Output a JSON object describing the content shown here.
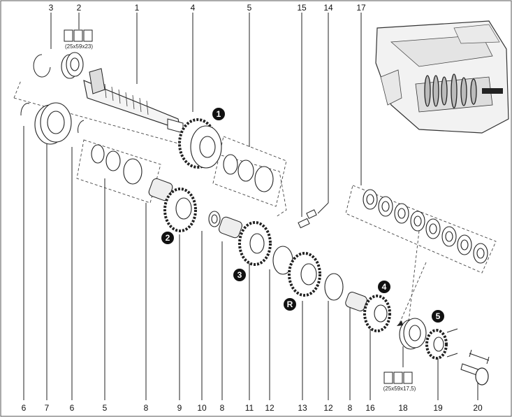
{
  "part_labels": {
    "l1": "1",
    "l2": "2",
    "l3": "3",
    "l4": "4",
    "l5top": "5",
    "l14": "14",
    "l15": "15",
    "l17": "17",
    "b6a": "6",
    "b7": "7",
    "b6b": "6",
    "b5": "5",
    "b8a": "8",
    "b9": "9",
    "b10": "10",
    "b8b": "8",
    "b11": "11",
    "b12a": "12",
    "b13": "13",
    "b12b": "12",
    "b8c": "8",
    "b16": "16",
    "b18": "18",
    "b19": "19",
    "b20": "20"
  },
  "bearing_dims": {
    "top": "(25x59x23)",
    "bottom": "(25x59x17,5)"
  },
  "gear_markers": {
    "g1": "1",
    "g2": "2",
    "g3": "3",
    "g4": "4",
    "g5": "5",
    "reverse": "R"
  }
}
